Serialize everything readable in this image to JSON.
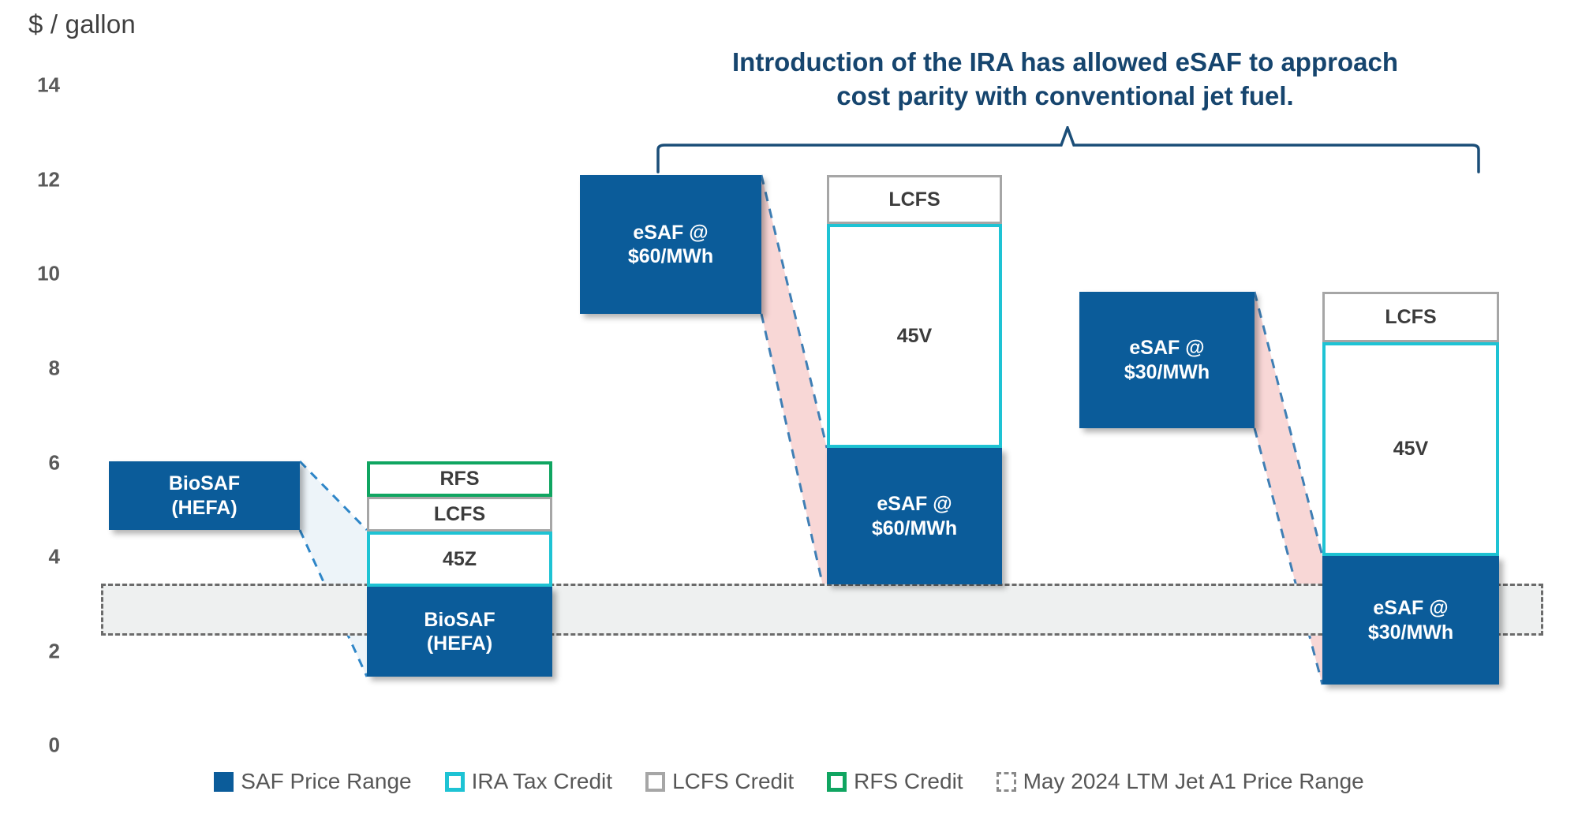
{
  "chart_data": {
    "type": "bar",
    "title": "Introduction of the IRA has allowed eSAF to approach cost parity with conventional jet fuel.",
    "title_line1": "Introduction of the IRA has allowed eSAF to approach",
    "title_line2": "cost parity with conventional jet fuel.",
    "xlabel": "",
    "ylabel": "$ / gallon",
    "ylim": [
      0,
      14
    ],
    "yticks": [
      0,
      2,
      4,
      6,
      8,
      10,
      12,
      14
    ],
    "ytick_labels": [
      "0",
      "2",
      "4",
      "6",
      "8",
      "10",
      "12",
      "14"
    ],
    "grid": false,
    "legend_position": "bottom",
    "description": "Waterfall / bridge chart showing SAF production cost before and after credits versus the jet fuel price range.",
    "reference_band": {
      "label": "May 2024 LTM Jet A1 Price Range",
      "low": 2.35,
      "high": 3.4,
      "style": "dashed-grey"
    },
    "groups": [
      {
        "name": "BioSAF (HEFA) gross cost",
        "kind": "floating",
        "label": "BioSAF\n(HEFA)",
        "label_line1": "BioSAF",
        "label_line2": "(HEFA)",
        "bottom": 4.55,
        "top": 6.0,
        "series": "SAF Price Range"
      },
      {
        "name": "BioSAF (HEFA) net of credits",
        "kind": "stacked",
        "segments": [
          {
            "label": "RFS",
            "series": "RFS Credit",
            "bottom": 5.27,
            "top": 6.0,
            "value": 0.73
          },
          {
            "label": "LCFS",
            "series": "LCFS Credit",
            "bottom": 4.53,
            "top": 5.27,
            "value": 0.74
          },
          {
            "label": "45Z",
            "series": "IRA Tax Credit",
            "bottom": 3.36,
            "top": 4.53,
            "value": 1.17
          },
          {
            "label": "BioSAF\n(HEFA)",
            "label_line1": "BioSAF",
            "label_line2": "(HEFA)",
            "series": "SAF Price Range",
            "bottom": 1.55,
            "top": 3.36,
            "value": 1.81
          }
        ]
      },
      {
        "name": "eSAF @ $60/MWh gross cost",
        "kind": "floating",
        "label": "eSAF @\n$60/MWh",
        "label_line1": "eSAF @",
        "label_line2": "$60/MWh",
        "bottom": 9.15,
        "top": 12.1,
        "series": "SAF Price Range"
      },
      {
        "name": "eSAF @ $60/MWh net of credits",
        "kind": "stacked",
        "segments": [
          {
            "label": "LCFS",
            "series": "LCFS Credit",
            "bottom": 11.1,
            "top": 12.1,
            "value": 1.0
          },
          {
            "label": "45V",
            "series": "IRA Tax Credit",
            "bottom": 6.25,
            "top": 11.1,
            "value": 4.85
          },
          {
            "label": "eSAF @\n$60/MWh",
            "label_line1": "eSAF @",
            "label_line2": "$60/MWh",
            "series": "SAF Price Range",
            "bottom": 3.4,
            "top": 6.25,
            "value": 2.85
          }
        ]
      },
      {
        "name": "eSAF @ $30/MWh gross cost",
        "kind": "floating",
        "label": "eSAF @\n$30/MWh",
        "label_line1": "eSAF @",
        "label_line2": "$30/MWh",
        "bottom": 6.8,
        "top": 9.7,
        "series": "SAF Price Range"
      },
      {
        "name": "eSAF @ $30/MWh net of credits",
        "kind": "stacked",
        "segments": [
          {
            "label": "LCFS",
            "series": "LCFS Credit",
            "bottom": 8.65,
            "top": 9.7,
            "value": 1.05
          },
          {
            "label": "45V",
            "series": "IRA Tax Credit",
            "bottom": 4.0,
            "top": 8.65,
            "value": 4.65
          },
          {
            "label": "eSAF @\n$30/MWh",
            "label_line1": "eSAF @",
            "label_line2": "$30/MWh",
            "series": "SAF Price Range",
            "bottom": 1.3,
            "top": 4.0,
            "value": 2.7
          }
        ]
      }
    ],
    "legend": [
      {
        "label": "SAF Price Range",
        "swatch": "solid-blue"
      },
      {
        "label": "IRA Tax Credit",
        "swatch": "outline-cyan"
      },
      {
        "label": "LCFS Credit",
        "swatch": "outline-grey"
      },
      {
        "label": "RFS Credit",
        "swatch": "outline-green"
      },
      {
        "label": "May 2024 LTM Jet A1 Price Range",
        "swatch": "dashed-grey"
      }
    ],
    "colors": {
      "saf_price_range": "#0B5C9A",
      "ira_tax_credit": "#1EC3D4",
      "lcfs_credit": "#A6A6A6",
      "rfs_credit": "#10A561",
      "jet_band_fill": "#EEF0F0",
      "jet_band_border": "#6B6B6B",
      "bridge_bio": "#EDF4F9",
      "bridge_esaf": "#F8D7D6",
      "callout_text": "#16456E",
      "axis_text": "#5A5A5A"
    }
  },
  "axis": {
    "title": "$ / gallon",
    "ticks": [
      "14",
      "12",
      "10",
      "8",
      "6",
      "4",
      "2",
      "0"
    ]
  },
  "callout": {
    "line1": "Introduction of the IRA has allowed eSAF to approach",
    "line2": "cost parity with conventional jet fuel."
  },
  "bars": {
    "g1_label1": "BioSAF",
    "g1_label2": "(HEFA)",
    "g2_rfs": "RFS",
    "g2_lcfs": "LCFS",
    "g2_45z": "45Z",
    "g2_label1": "BioSAF",
    "g2_label2": "(HEFA)",
    "g3_label1": "eSAF @",
    "g3_label2": "$60/MWh",
    "g4_lcfs": "LCFS",
    "g4_45v": "45V",
    "g4_label1": "eSAF @",
    "g4_label2": "$60/MWh",
    "g5_label1": "eSAF @",
    "g5_label2": "$30/MWh",
    "g6_lcfs": "LCFS",
    "g6_45v": "45V",
    "g6_label1": "eSAF @",
    "g6_label2": "$30/MWh"
  },
  "legend": {
    "items": [
      {
        "label": "SAF Price Range"
      },
      {
        "label": "IRA Tax Credit"
      },
      {
        "label": "LCFS Credit"
      },
      {
        "label": "RFS Credit"
      },
      {
        "label": "May 2024 LTM Jet A1 Price Range"
      }
    ]
  }
}
